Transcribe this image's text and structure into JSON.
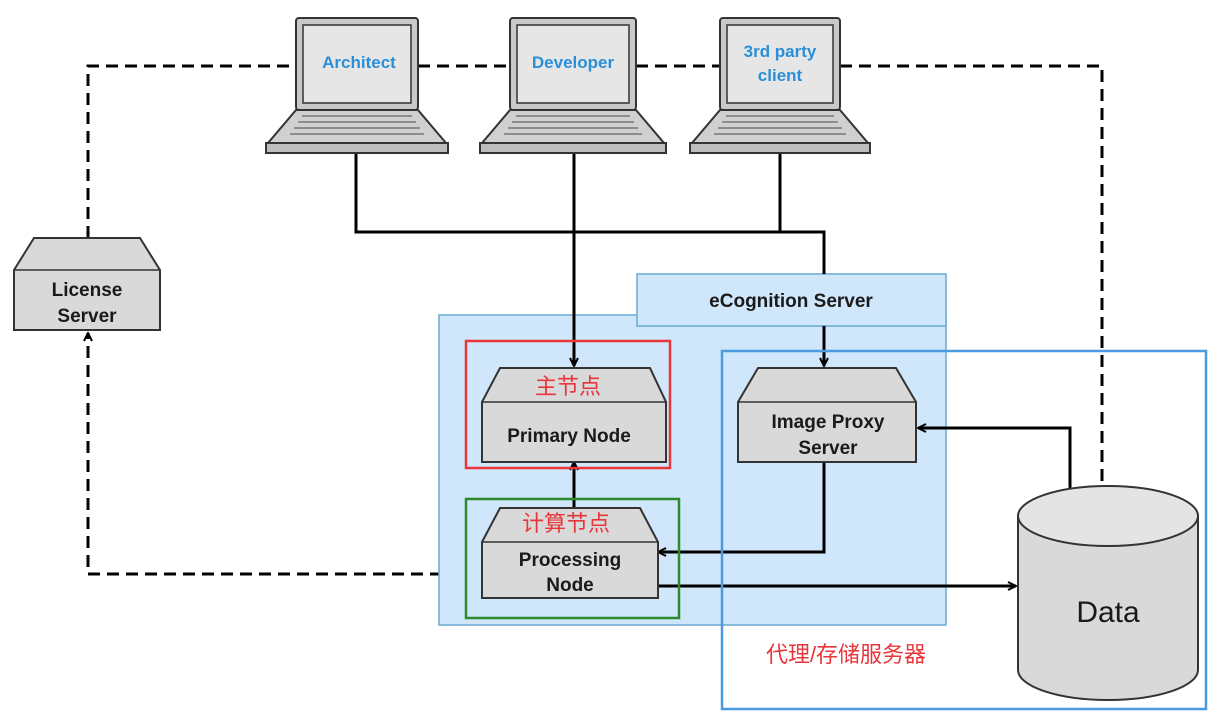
{
  "clients": {
    "architect": "Architect",
    "developer": "Developer",
    "third_party_line1": "3rd party",
    "third_party_line2": "client"
  },
  "license_server": {
    "line1": "License",
    "line2": "Server"
  },
  "ecognition_server": {
    "label": "eCognition Server"
  },
  "primary_node": {
    "label": "Primary Node",
    "annotation": "主节点"
  },
  "processing_node": {
    "line1": "Processing",
    "line2": "Node",
    "annotation": "计算节点"
  },
  "image_proxy_server": {
    "line1": "Image Proxy",
    "line2": "Server"
  },
  "data_store": {
    "label": "Data"
  },
  "storage_group": {
    "annotation": "代理/存储服务器"
  },
  "colors": {
    "client_text": "#2a8fd8",
    "annotation_red": "#e8363a",
    "frame_red": "#e8363a",
    "frame_green": "#2c8a2c",
    "frame_blue": "#4a9be0",
    "server_area_fill": "#cfe6fb",
    "server_area_border": "#6aaad0",
    "node_fill": "#d9d9d9"
  }
}
